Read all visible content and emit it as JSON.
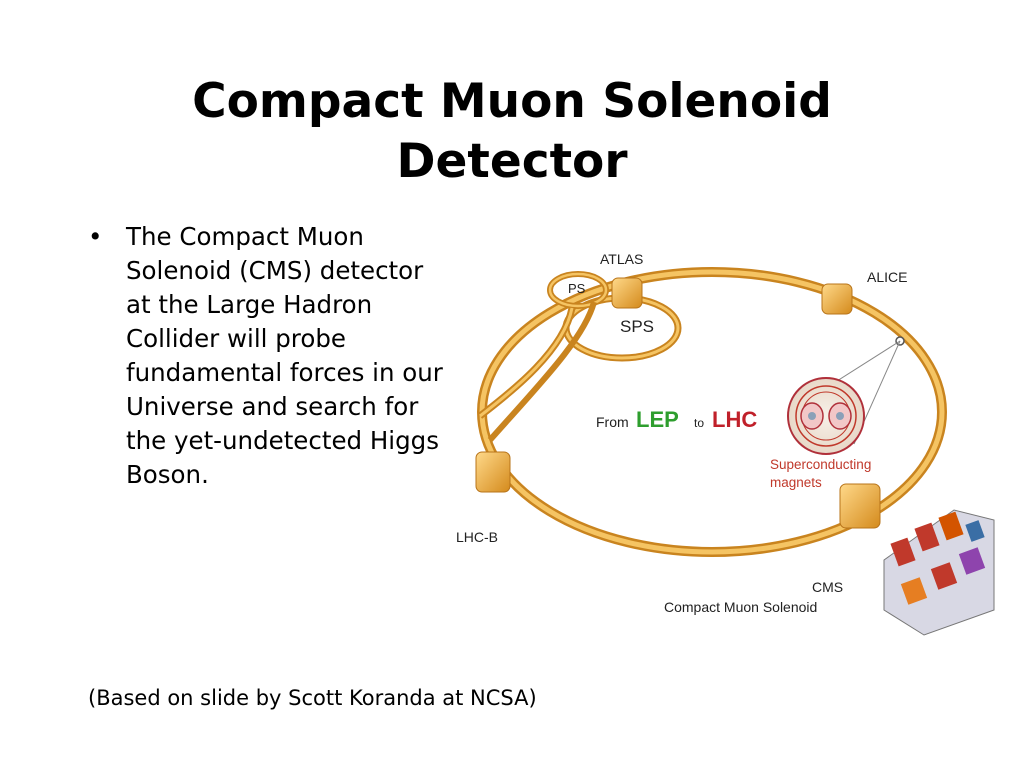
{
  "slide": {
    "title_line1": "Compact Muon Solenoid",
    "title_line2": "Detector",
    "bullets": [
      "The Compact Muon Solenoid (CMS) detector at the Large Hadron Collider will probe fundamental forces in our Universe and search for the yet-undetected Higgs Boson."
    ],
    "footer": "(Based on slide by Scott Koranda at NCSA)"
  },
  "diagram": {
    "labels": {
      "atlas": "ATLAS",
      "ps": "PS",
      "sps": "SPS",
      "alice": "ALICE",
      "lhcb": "LHC-B",
      "cms": "CMS",
      "cms_full": "Compact Muon Solenoid",
      "from": "From",
      "lep": "LEP",
      "to": "to",
      "lhc": "LHC",
      "magnets_line1": "Superconducting",
      "magnets_line2": "magnets"
    },
    "colors": {
      "ring": "#f0b244",
      "ring_dark": "#c9841f",
      "lep_green": "#2e9e2e",
      "lhc_red": "#c0202a",
      "magnet_red": "#c0392b"
    }
  }
}
